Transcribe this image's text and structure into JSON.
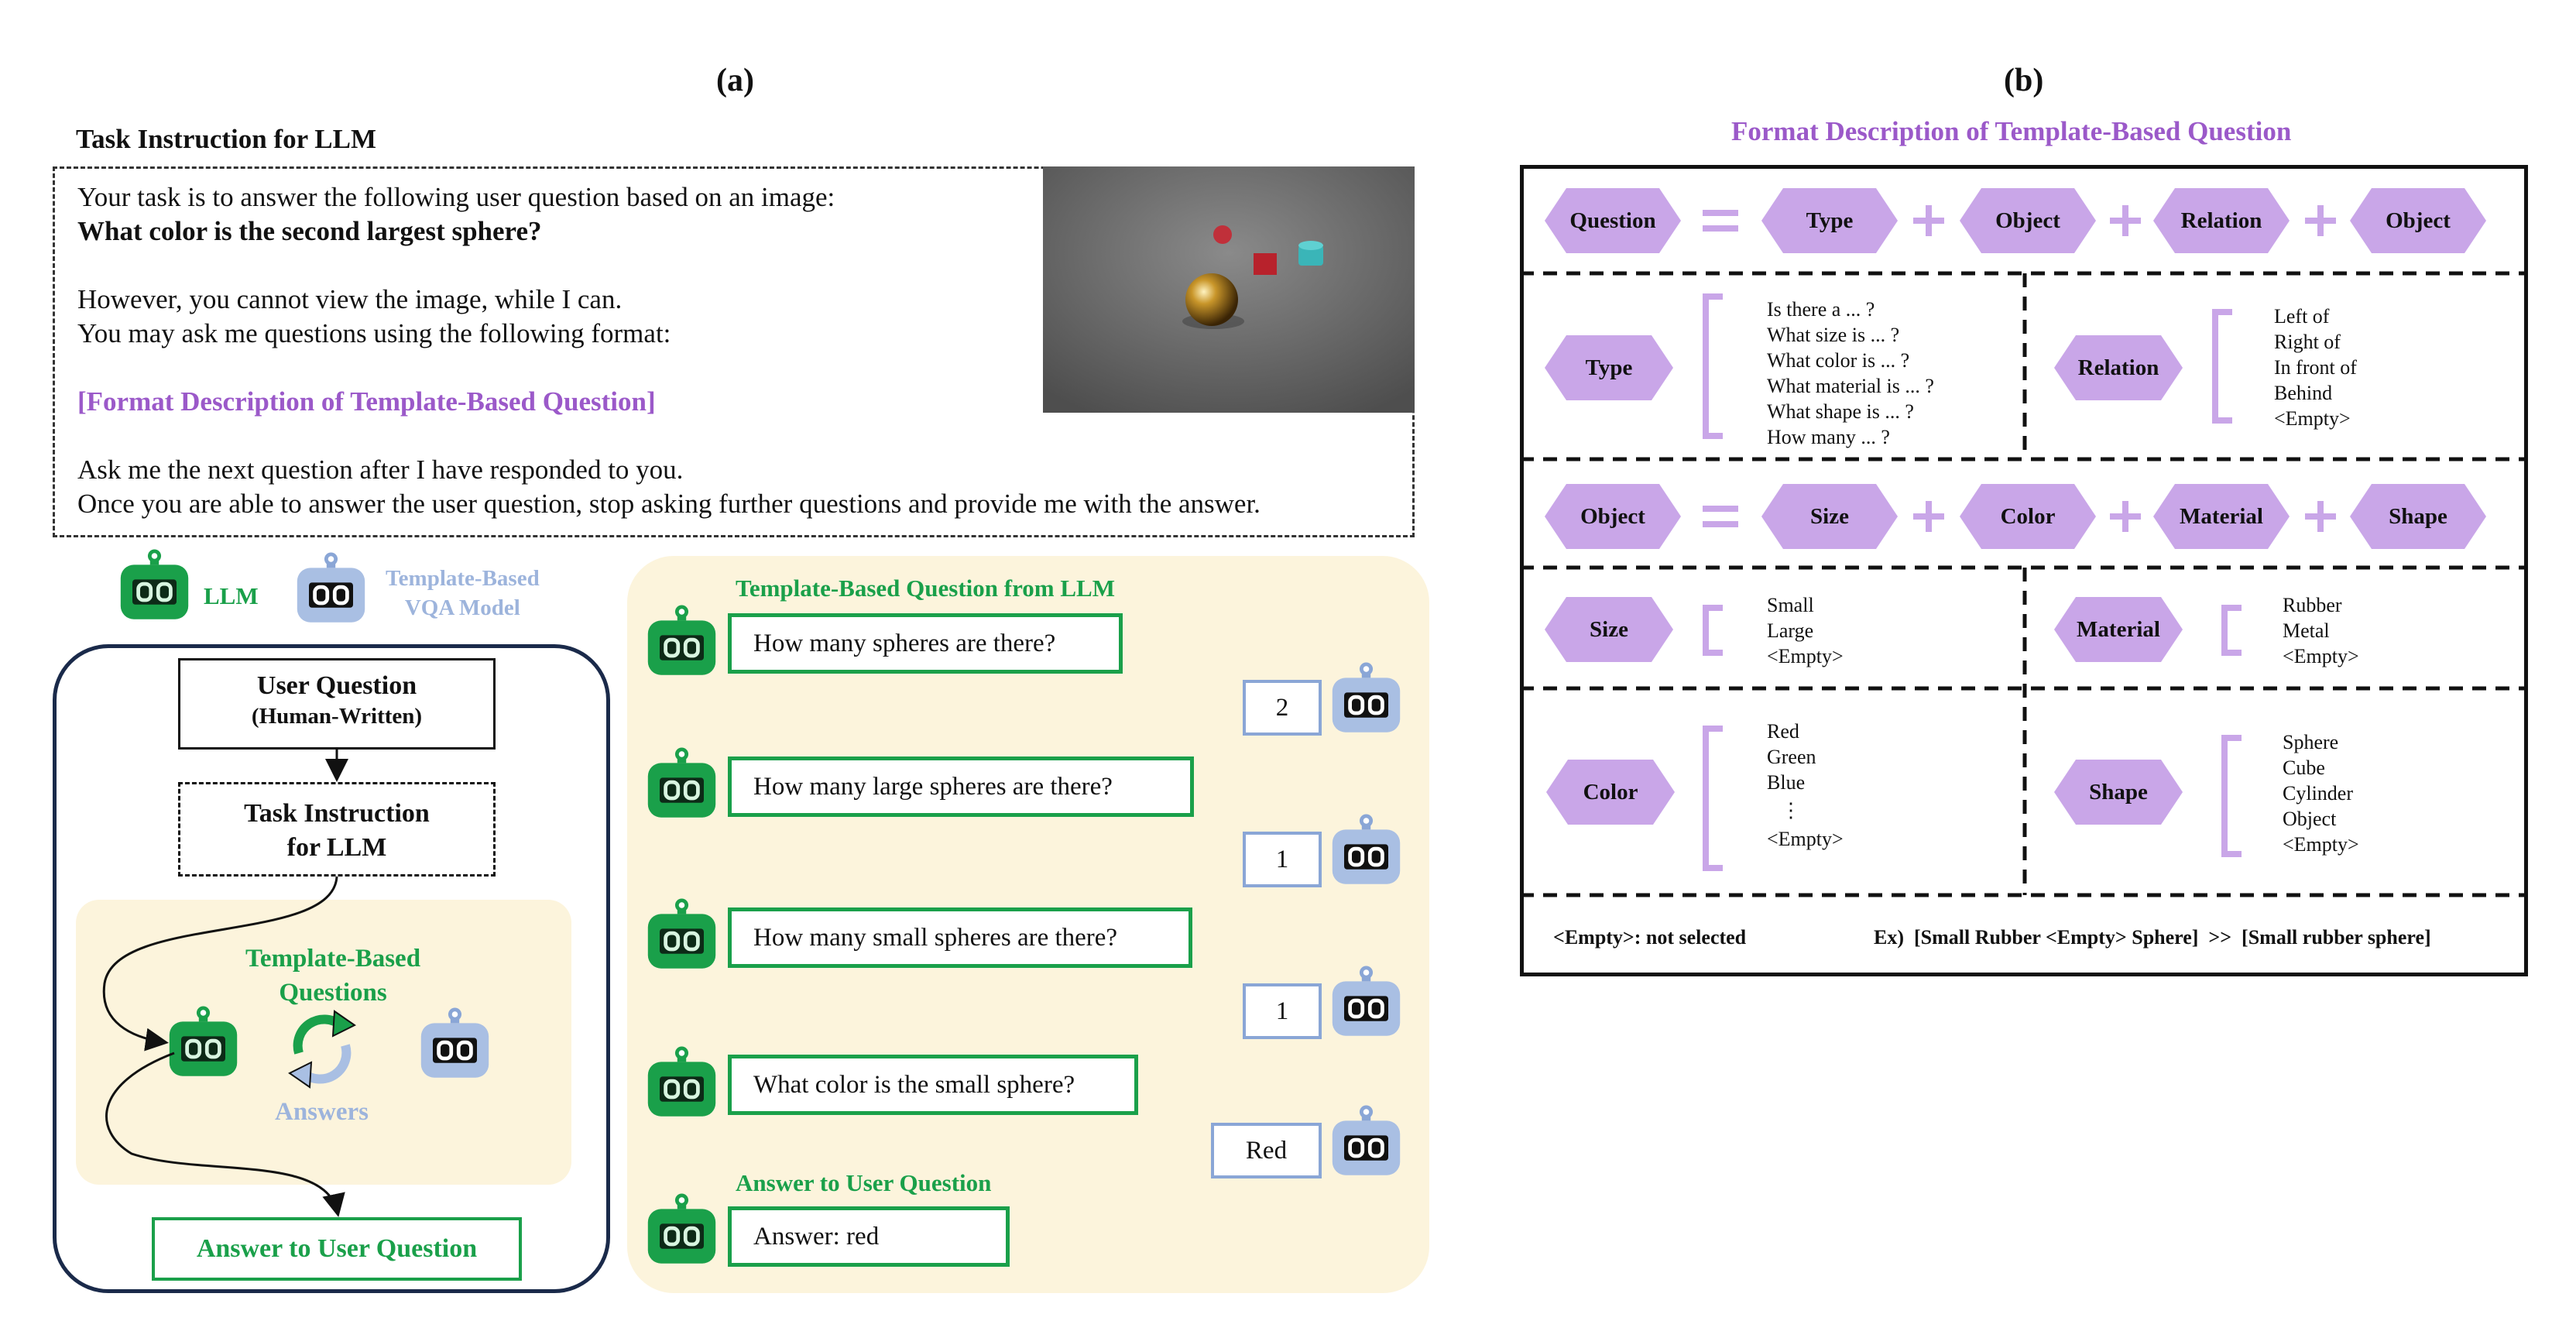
{
  "panel_a": {
    "label": "(a)",
    "task_title": "Task Instruction for LLM",
    "instruction": {
      "line1": "Your task is to answer the following user question based on an image:",
      "line2": "What color is the second largest sphere?",
      "line3": "However, you cannot view the image, while I can.",
      "line4": "You may ask me questions using the following format:",
      "line5": "[Format Description of Template-Based Question]",
      "line6": "Ask me the next question  after I have responded to you.",
      "line7": "Once you are able to answer the user question, stop asking further questions and provide me with the answer."
    },
    "legend": {
      "llm": "LLM",
      "vqa_line1": "Template-Based",
      "vqa_line2": "VQA Model"
    },
    "flow": {
      "user_question": "User Question",
      "human_written": "(Human-Written)",
      "task_instruction_line1": "Task Instruction",
      "task_instruction_line2": "for LLM",
      "template_questions_line1": "Template-Based",
      "template_questions_line2": "Questions",
      "answers": "Answers",
      "answer_to_user": "Answer to User Question"
    },
    "dialogue": {
      "header": "Template-Based Question from LLM",
      "q1": "How many spheres are there?",
      "a1": "2",
      "q2": "How many large spheres are there?",
      "a2": "1",
      "q3": "How many small spheres are there?",
      "a3": "1",
      "q4": "What color is the small sphere?",
      "a4": "Red",
      "answer_header": "Answer to User Question",
      "final_answer": "Answer: red"
    }
  },
  "panel_b": {
    "label": "(b)",
    "title": "Format Description of Template-Based Question",
    "row1": {
      "question": "Question",
      "eq": "=",
      "type": "Type",
      "plus": "+",
      "object1": "Object",
      "relation": "Relation",
      "object2": "Object"
    },
    "type_block": {
      "label": "Type",
      "items": [
        "Is there a ... ?",
        "What size is ... ?",
        "What color is ... ?",
        "What material is ... ?",
        "What shape is ... ?",
        "How many ... ?"
      ]
    },
    "relation_block": {
      "label": "Relation",
      "items": [
        "Left of",
        "Right of",
        "In front of",
        "Behind",
        "<Empty>"
      ]
    },
    "row3": {
      "object": "Object",
      "size": "Size",
      "color": "Color",
      "material": "Material",
      "shape": "Shape"
    },
    "size_block": {
      "label": "Size",
      "items": [
        "Small",
        "Large",
        "<Empty>"
      ]
    },
    "material_block": {
      "label": "Material",
      "items": [
        "Rubber",
        "Metal",
        "<Empty>"
      ]
    },
    "color_block": {
      "label": "Color",
      "items": [
        "Red",
        "Green",
        "Blue",
        "⋮",
        "<Empty>"
      ]
    },
    "shape_block": {
      "label": "Shape",
      "items": [
        "Sphere",
        "Cube",
        "Cylinder",
        "Object",
        "<Empty>"
      ]
    },
    "footer": {
      "empty_note": "<Empty>: not selected",
      "example": "Ex)  [Small Rubber <Empty> Sphere]  >>  [Small rubber sphere]"
    }
  },
  "colors": {
    "green": "#1aa04a",
    "blue": "#8aa6d6",
    "purple": "#b48fd6",
    "purple_text": "#9b59c9",
    "cream": "#fcf4dc",
    "navy": "#1a2a4a"
  }
}
